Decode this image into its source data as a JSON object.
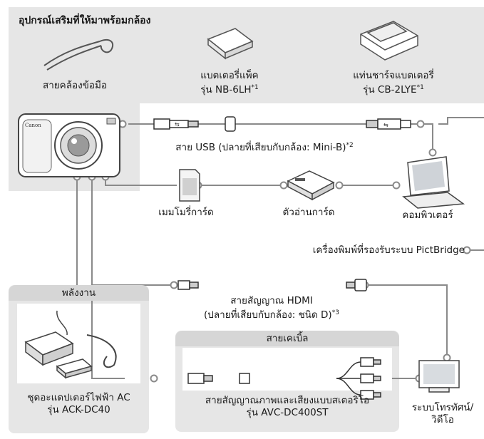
{
  "included": {
    "title": "อุปกรณ์เสริมที่ให้มาพร้อมกล้อง",
    "wrist_strap": "สายคล้องข้อมือ",
    "battery_line1": "แบตเตอรี่แพ็ค",
    "battery_line2": "รุ่น NB-6LH",
    "battery_note": "*1",
    "charger_line1": "แท่นชาร์จแบตเตอรี่",
    "charger_line2": "รุ่น CB-2LYE",
    "charger_note": "*1"
  },
  "camera": {
    "brand": "Canon"
  },
  "usb": {
    "label": "สาย USB (ปลายที่เสียบกับกล้อง: Mini-B)",
    "note": "*2"
  },
  "memory_card": "เมมโมรี่การ์ด",
  "card_reader": "ตัวอ่านการ์ด",
  "computer": "คอมพิวเตอร์",
  "printer": "เครื่องพิมพ์ที่รองรับระบบ PictBridge",
  "hdmi": {
    "line1": "สายสัญญาณ HDMI",
    "line2": "(ปลายที่เสียบกับกล้อง: ชนิด D)",
    "note": "*3"
  },
  "power": {
    "title": "พลังงาน",
    "line1": "ชุดอะแดปเตอร์ไฟฟ้า AC",
    "line2": "รุ่น ACK-DC40"
  },
  "cables": {
    "title": "สายเคเบิ้ล",
    "line1": "สายสัญญาณภาพและเสียงแบบสเตอริโอ",
    "line2": "รุ่น AVC-DC400ST"
  },
  "tv": {
    "line1": "ระบบโทรทัศน์/",
    "line2": "วิดีโอ"
  },
  "colors": {
    "panel": "#e6e6e6",
    "header": "#d6d6d6",
    "line": "#8a8a8a",
    "outline": "#555555"
  }
}
